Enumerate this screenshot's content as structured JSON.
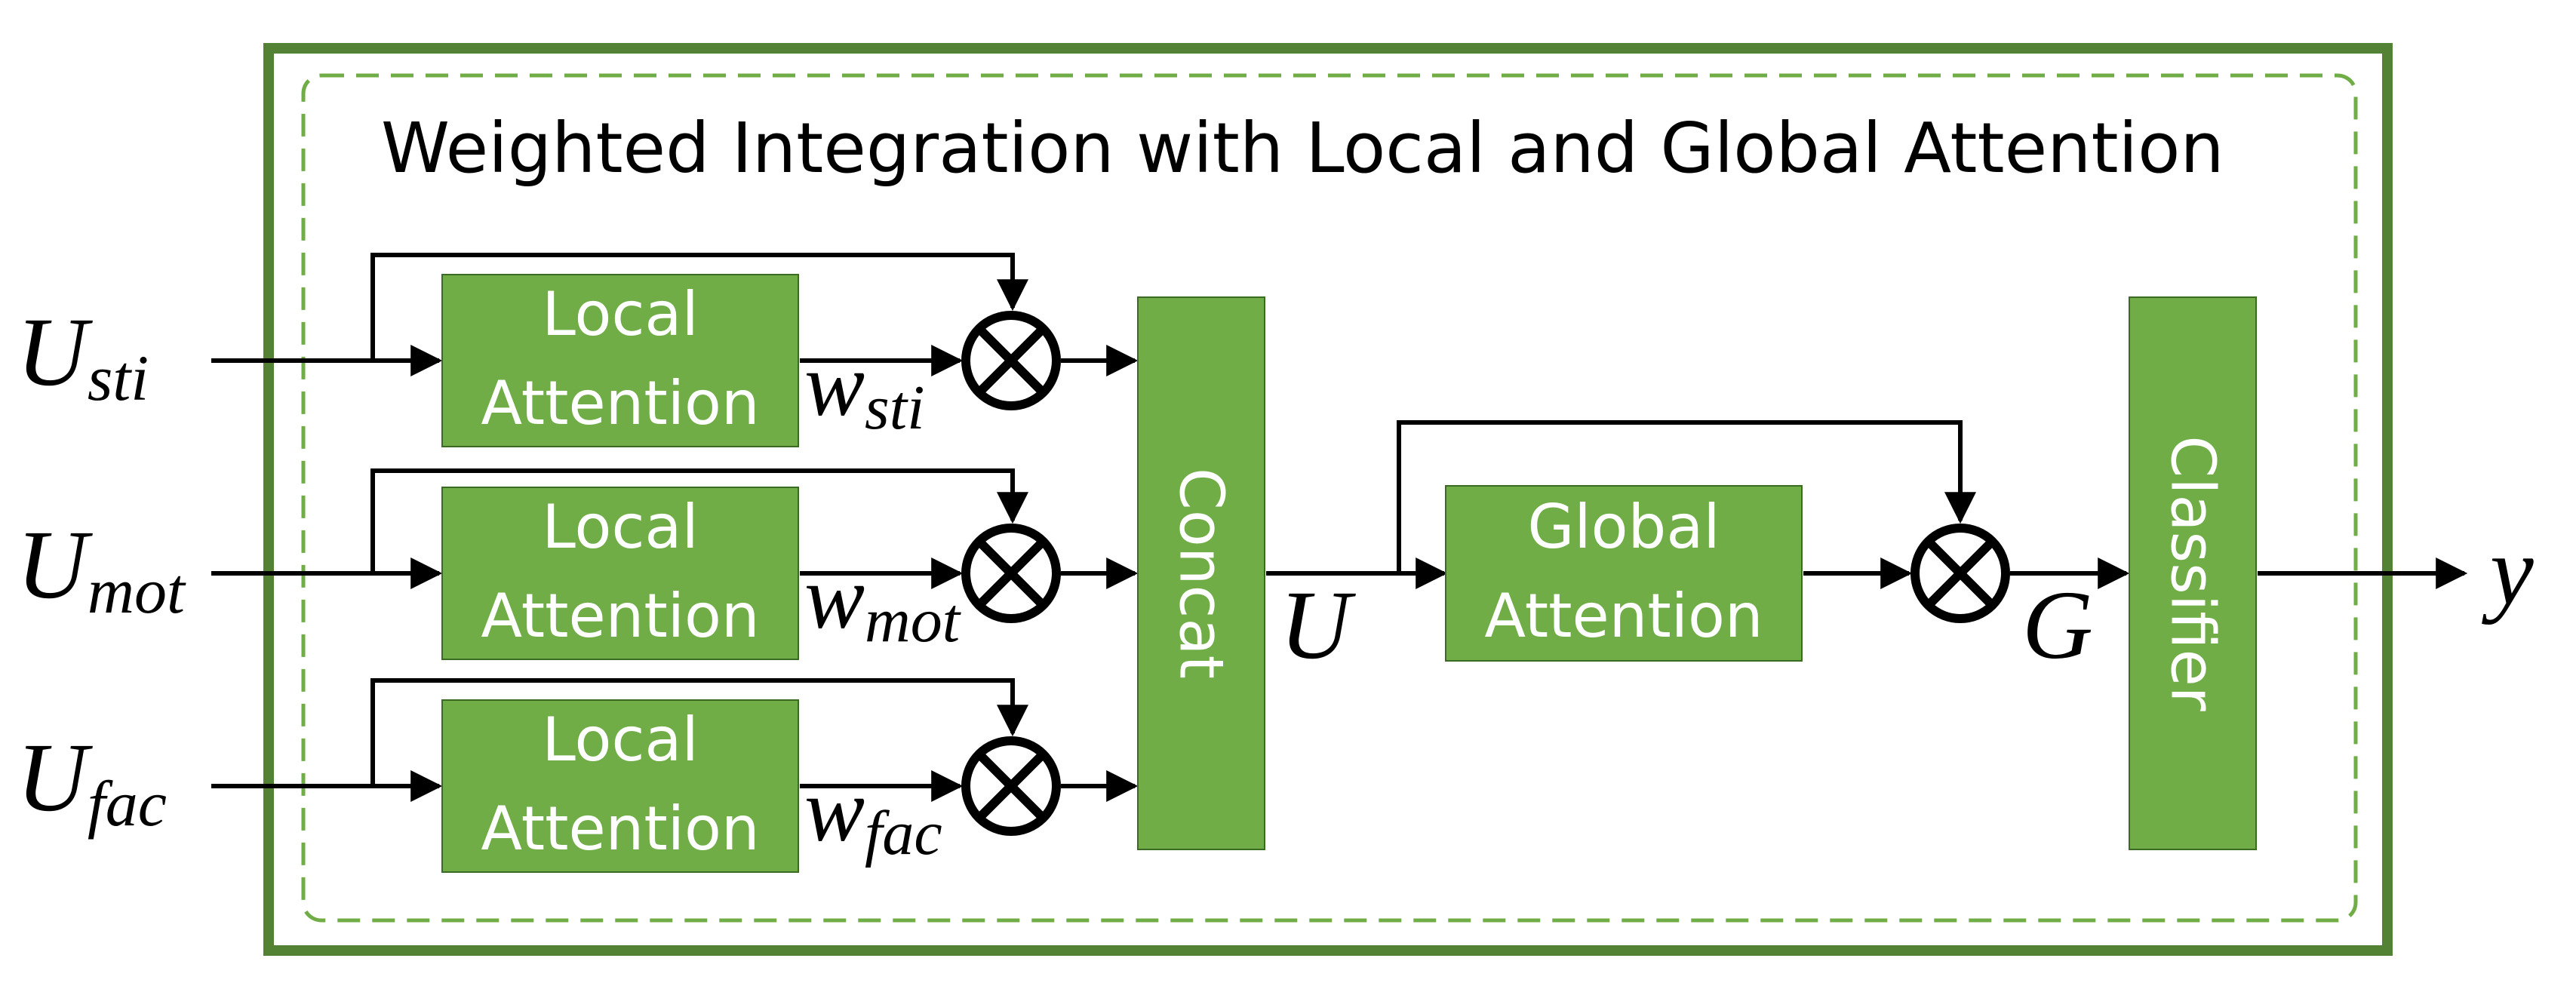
{
  "title": "Weighted Integration with Local and Global Attention",
  "inputs": [
    {
      "symbol": "U",
      "subscript": "sti"
    },
    {
      "symbol": "U",
      "subscript": "mot"
    },
    {
      "symbol": "U",
      "subscript": "fac"
    }
  ],
  "local_attention": [
    {
      "line1": "Local",
      "line2": "Attention"
    },
    {
      "line1": "Local",
      "line2": "Attention"
    },
    {
      "line1": "Local",
      "line2": "Attention"
    }
  ],
  "weights": [
    {
      "symbol": "w",
      "subscript": "sti"
    },
    {
      "symbol": "w",
      "subscript": "mot"
    },
    {
      "symbol": "w",
      "subscript": "fac"
    }
  ],
  "concat_label": "Concat",
  "u_label": "U",
  "global_attention": {
    "line1": "Global",
    "line2": "Attention"
  },
  "g_label": "G",
  "classifier_label": "Classifier",
  "output_label": "y",
  "colors": {
    "box_fill": "#70ad47",
    "box_text": "#ffffff",
    "outer_border": "#548235",
    "dashed_border": "#70ad47",
    "line": "#000000"
  }
}
